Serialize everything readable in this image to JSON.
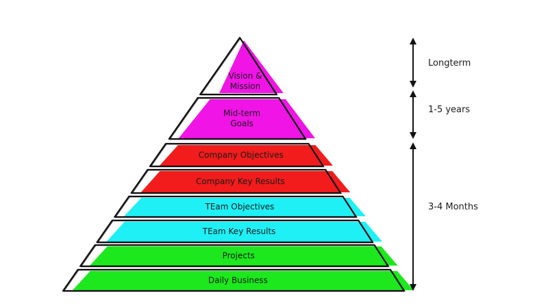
{
  "tiers": [
    {
      "id": "vision",
      "lines": [
        "Vision &",
        "Mission"
      ],
      "color": "#f014e6",
      "text_color": "#ffffff"
    },
    {
      "id": "midterm",
      "lines": [
        "Mid-term",
        "Goals"
      ],
      "color": "#f014e6",
      "text_color": "#ffffff"
    },
    {
      "id": "company-objectives",
      "lines": [
        "Company Objectives"
      ],
      "color": "#f21c1c",
      "text_color": "#ffffff"
    },
    {
      "id": "company-key-results",
      "lines": [
        "Company Key Results"
      ],
      "color": "#f21c1c",
      "text_color": "#ffffff"
    },
    {
      "id": "team-objectives",
      "lines": [
        "TEam Objectives"
      ],
      "color": "#1ff0f5",
      "text_color": "#1a1a1a"
    },
    {
      "id": "team-key-results",
      "lines": [
        "TEam Key Results"
      ],
      "color": "#1ff0f5",
      "text_color": "#1a1a1a"
    },
    {
      "id": "projects",
      "lines": [
        "Projects"
      ],
      "color": "#1de81d",
      "text_color": "#1a1a1a"
    },
    {
      "id": "daily-business",
      "lines": [
        "Daily Business"
      ],
      "color": "#1de81d",
      "text_color": "#1a1a1a"
    }
  ],
  "timescale": [
    {
      "id": "longterm",
      "label": "Longterm"
    },
    {
      "id": "1-5-years",
      "label": "1-5 years"
    },
    {
      "id": "3-4-months",
      "label": "3-4 Months"
    }
  ],
  "colors": {
    "outline": "#111111"
  }
}
